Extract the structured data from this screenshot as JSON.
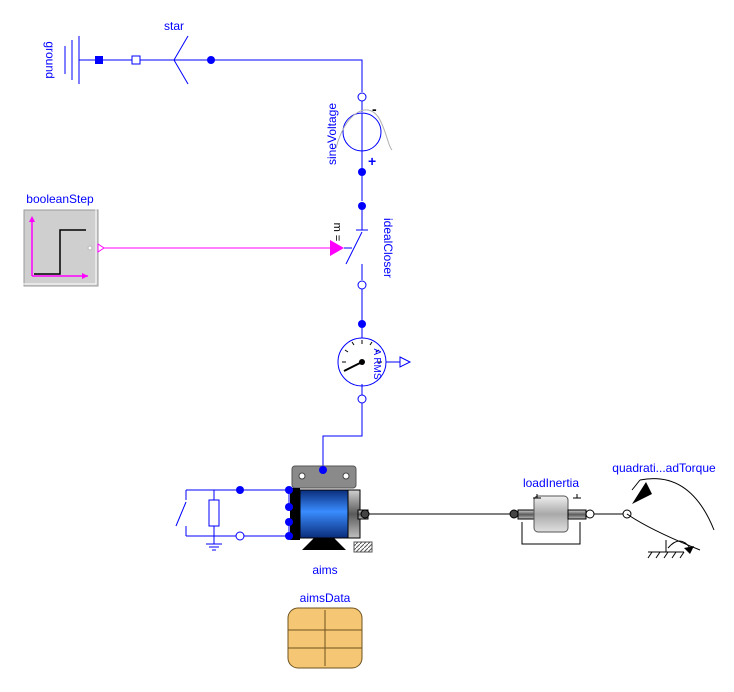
{
  "labels": {
    "ground": "ground",
    "star": "star",
    "sine_voltage": "sineVoltage",
    "minus": "-",
    "plus": "+",
    "boolean_step": "booleanStep",
    "m_eq": "m =",
    "ideal_closer": "idealCloser",
    "arms": "A RMS",
    "aims": "aims",
    "load_inertia": "loadInertia",
    "quadratic_load": "quadrati...adTorque",
    "aims_data": "aimsData"
  },
  "colors": {
    "electric": "#0000ff",
    "boolean": "#ff00ff",
    "mechanical": "#000000",
    "label": "#0000ff",
    "motor_blue": "#1560d8"
  }
}
